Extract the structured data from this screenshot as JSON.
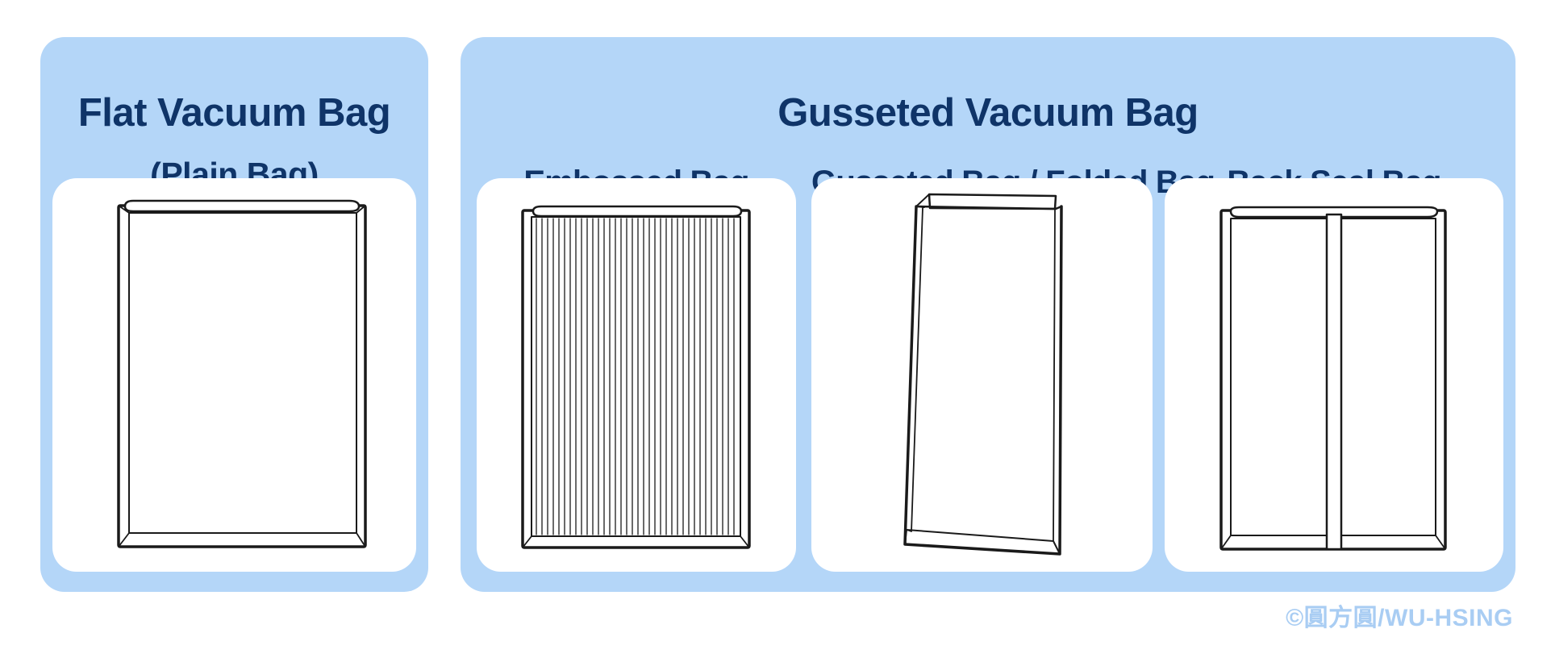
{
  "flat_panel": {
    "title": "Flat Vacuum Bag",
    "subtitle": "(Plain Bag)",
    "illustration_icon": "flat-bag-icon"
  },
  "gusseted_panel": {
    "title": "Gusseted Vacuum Bag",
    "cards": [
      {
        "label": "Embossed Bag",
        "illustration_icon": "embossed-bag-icon"
      },
      {
        "label": "Gusseted Bag / Folded Bag",
        "illustration_icon": "folded-bag-icon"
      },
      {
        "label": "Back Seal Bag",
        "illustration_icon": "back-seal-bag-icon"
      }
    ]
  },
  "watermark": "©圓方圓/WU-HSING",
  "colors": {
    "panel_background": "#b4d6f8",
    "card_background": "#ffffff",
    "title_text": "#0f3468",
    "watermark_text": "#a9cdf3",
    "line_art": "#1a1a1a"
  }
}
